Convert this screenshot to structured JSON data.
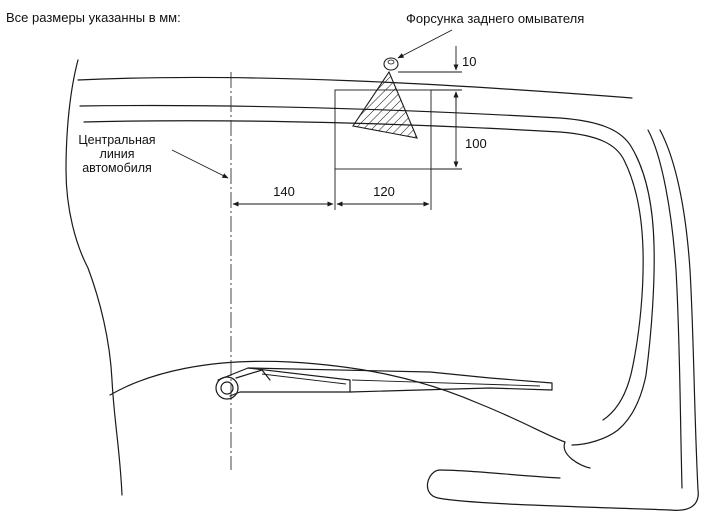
{
  "header": {
    "units_note": "Все размеры указанны в мм:"
  },
  "labels": {
    "nozzle": "Форсунка заднего омывателя",
    "centerline_1": "Центральная",
    "centerline_2": "линия",
    "centerline_3": "автомобиля"
  },
  "dimensions": {
    "offset_from_center": "140",
    "zone_width": "120",
    "zone_height": "100",
    "nozzle_gap": "10"
  }
}
